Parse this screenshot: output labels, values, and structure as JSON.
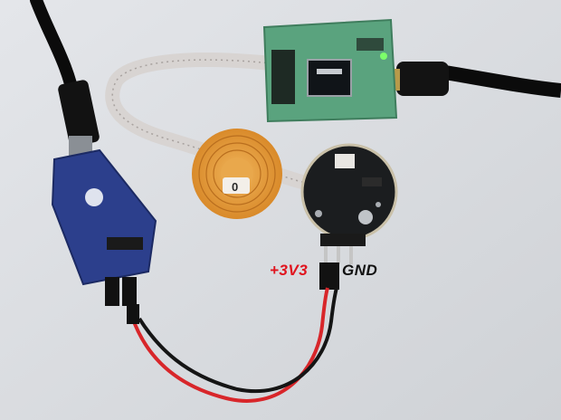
{
  "photo": {
    "labels": {
      "vcc": "+3V3",
      "gnd": "GND"
    },
    "board_markings": {
      "coil": "0"
    },
    "colors": {
      "background": "#d9dce0",
      "vcc_label": "#e0141e",
      "gnd_label": "#111111",
      "programmer_pcb": "#5aa37e",
      "adapter_pcb": "#2c3f8c",
      "sensor_pcb": "#1b1d1f",
      "nfc_coil": "#e29d3c",
      "ribbon_cable": "#d8d4d2",
      "wire_red": "#d8262a",
      "wire_black": "#151515",
      "status_led": "#7cff6a"
    }
  }
}
